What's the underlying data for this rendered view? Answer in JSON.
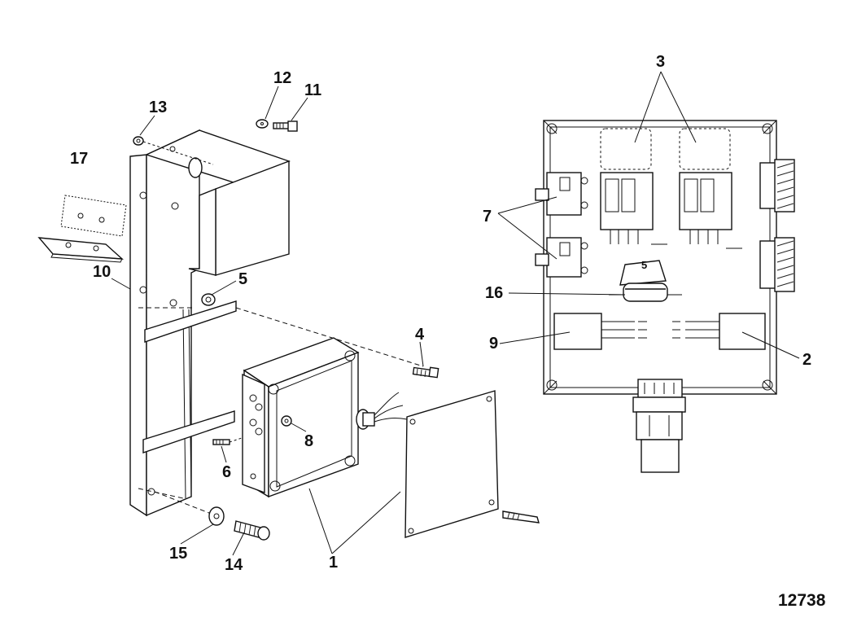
{
  "callouts": {
    "c1": "1",
    "c2": "2",
    "c3": "3",
    "c4": "4",
    "c5": "5",
    "c5_inner": "5",
    "c6": "6",
    "c7": "7",
    "c8": "8",
    "c9": "9",
    "c10": "10",
    "c11": "11",
    "c12": "12",
    "c13": "13",
    "c14": "14",
    "c15": "15",
    "c16": "16",
    "c17": "17"
  },
  "figure_number": "12738"
}
